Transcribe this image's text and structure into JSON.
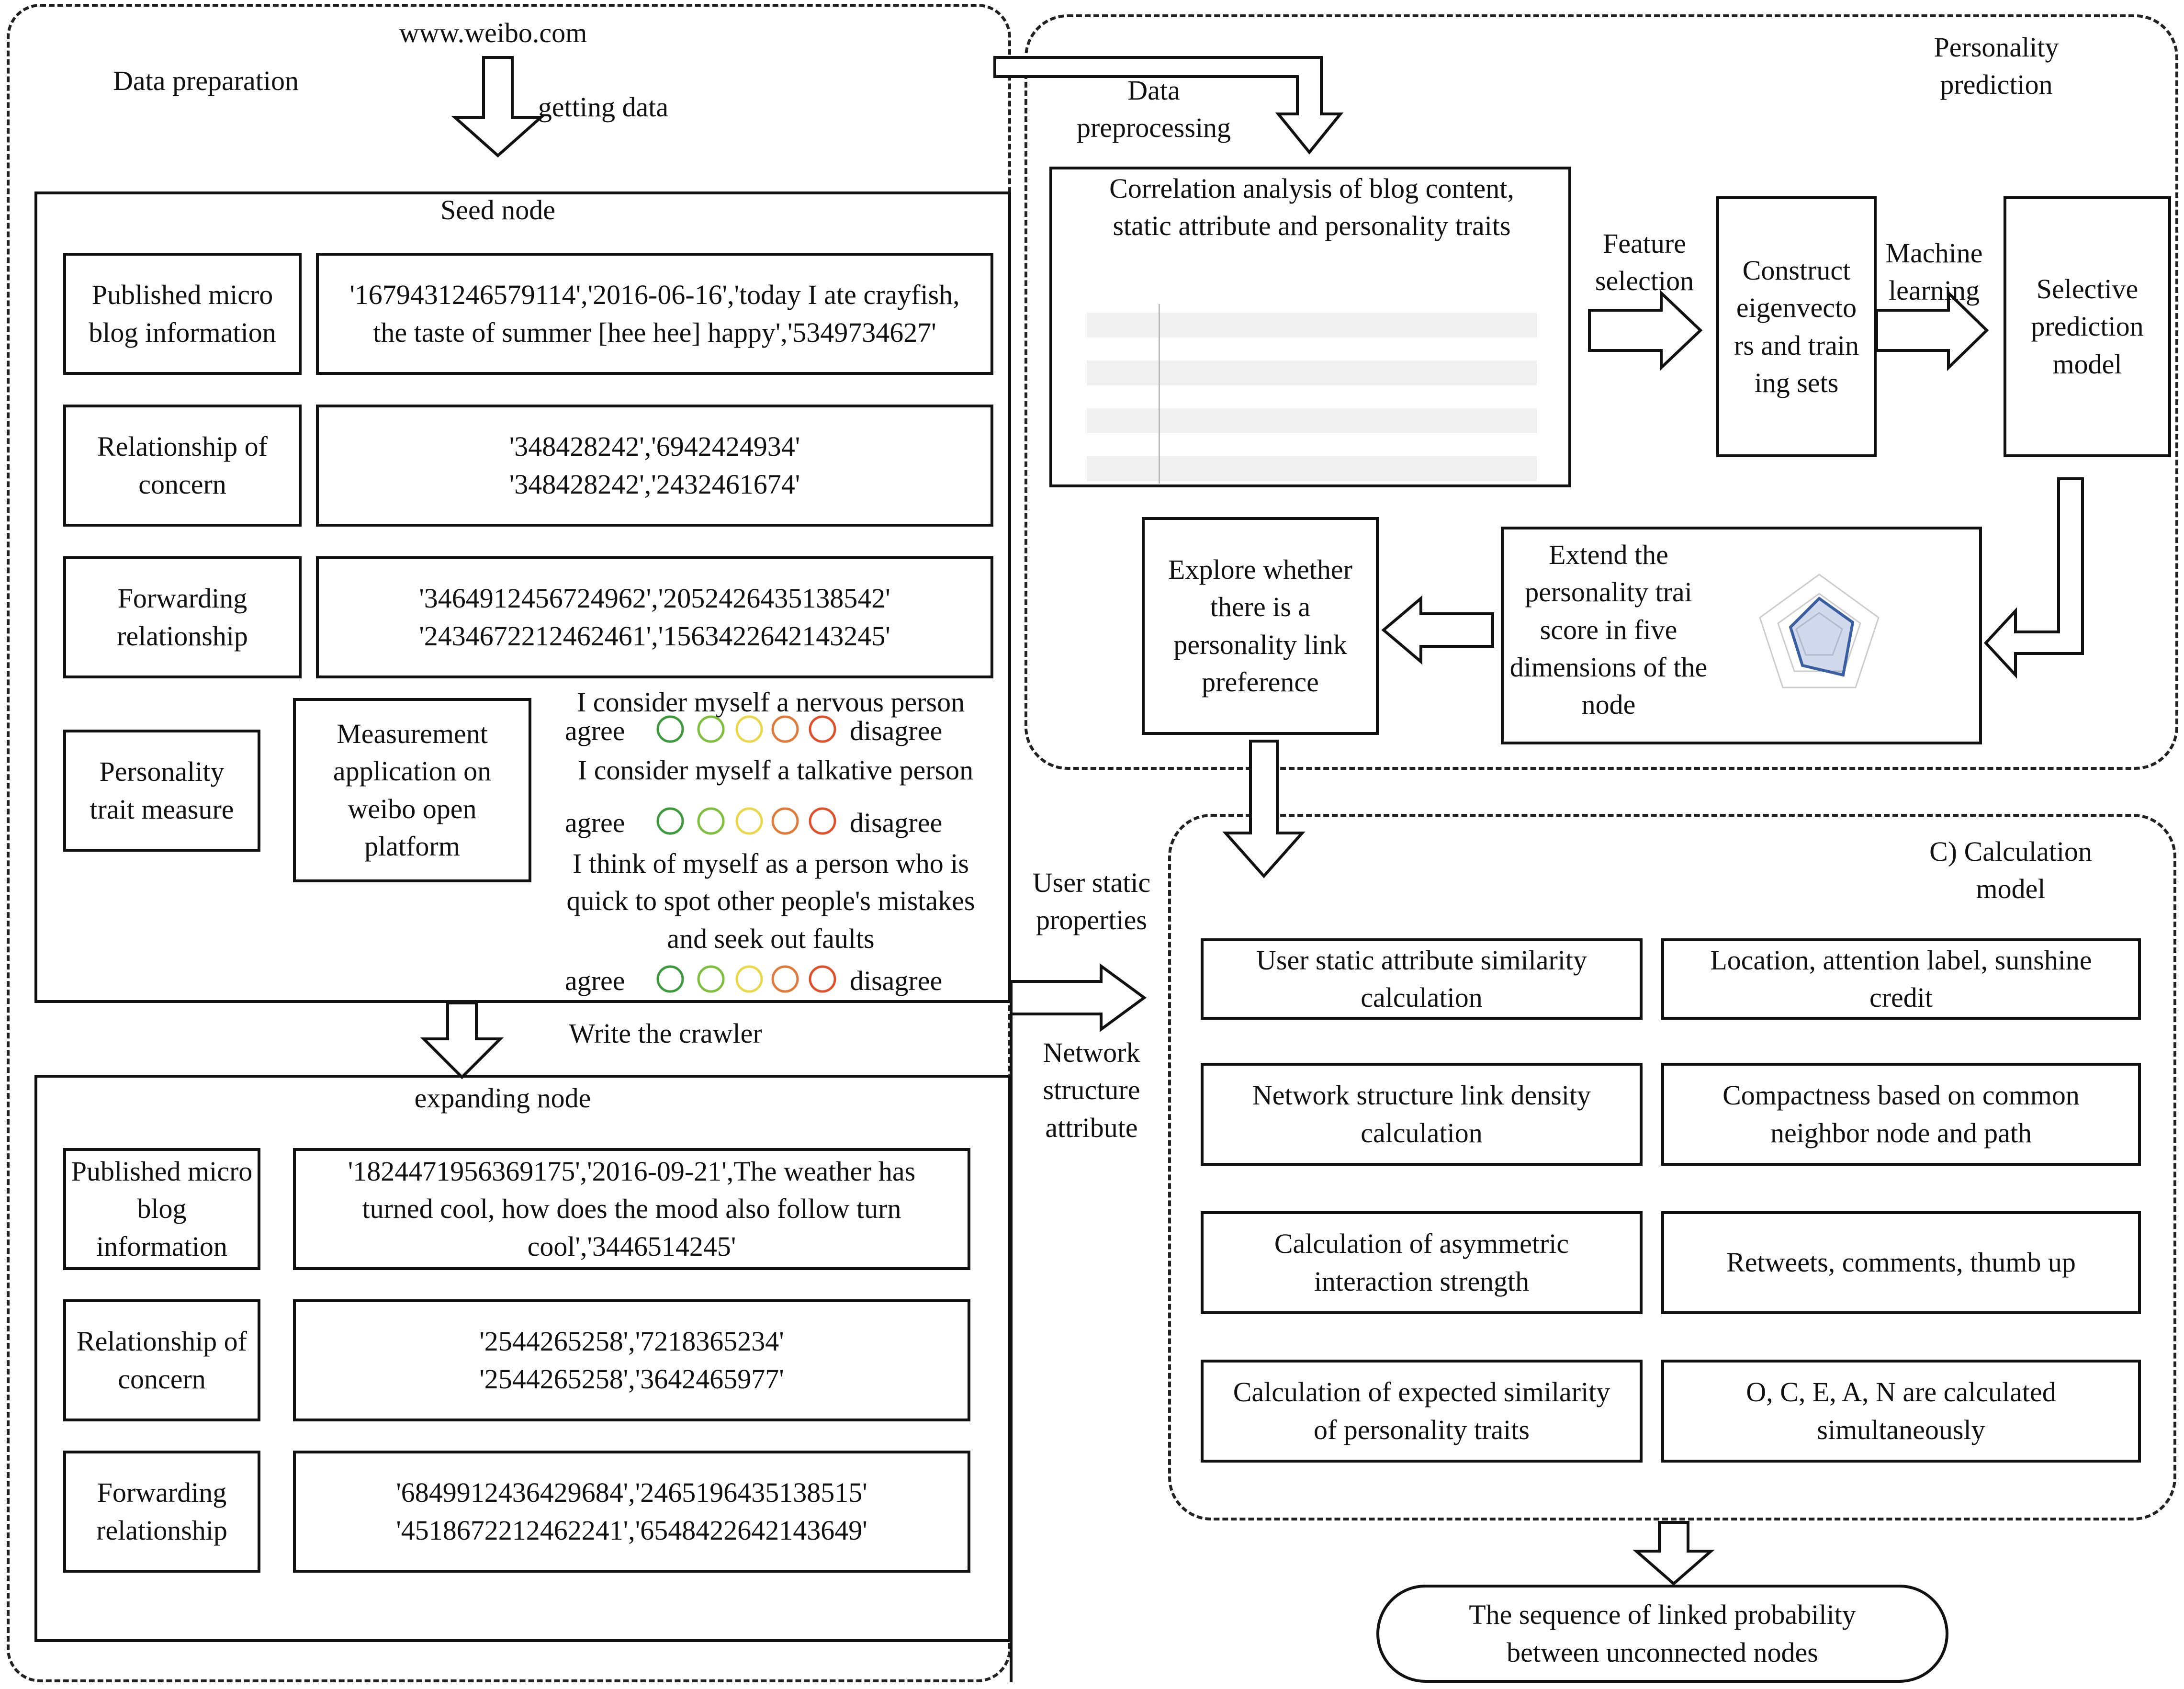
{
  "data_prep": {
    "site": "www.weibo.com",
    "title": "Data preparation",
    "getting_data": "getting data",
    "seed_node": "Seed node",
    "seed_rows": [
      {
        "label": "Published micro blog information",
        "value": "'1679431246579114','2016-06-16','today I ate crayfish, the taste of summer [hee hee] happy','5349734627'"
      },
      {
        "label": "Relationship of concern",
        "value": "'348428242','6942424934' '348428242','2432461674'"
      },
      {
        "label": "Forwarding relationship",
        "value": "'3464912456724962','2052426435138542' '2434672212462461','1563422642143245'"
      }
    ],
    "personality_label": "Personality trait measure",
    "measurement_label": "Measurement application on weibo open platform",
    "questions": [
      "I consider myself a nervous person",
      "I consider myself a talkative person",
      "I think of myself as a person who is quick to spot other people's mistakes and seek out faults"
    ],
    "agree": "agree",
    "disagree": "disagree",
    "write_crawler": "Write the crawler",
    "expanding_node": "expanding node",
    "expand_rows": [
      {
        "label": "Published micro blog information",
        "value": "'1824471956369175','2016-09-21',The weather has turned cool, how does the mood also follow turn cool','3446514245'"
      },
      {
        "label": "Relationship of concern",
        "value": "'2544265258','7218365234' '2544265258','3642465977'"
      },
      {
        "label": "Forwarding relationship",
        "value": "'6849912436429684','2465196435138515' '4518672212462241','6548422642143649'"
      }
    ]
  },
  "personality": {
    "title": "Personality prediction",
    "data_preprocessing": "Data preprocessing",
    "correlation": "Correlation analysis of blog content, static attribute and personality traits",
    "feature_selection": "Feature selection",
    "construct": "Construct eigenvectors and training sets",
    "machine_learning": "Machine learning",
    "selective_model": "Selective prediction model",
    "extend": "Extend the personality trai score in five dimensions of the node",
    "explore": "Explore whether there is a personality link preference"
  },
  "calc": {
    "title": "C) Calculation model",
    "user_static": "User static properties",
    "network_structure": "Network structure attribute",
    "rows": [
      {
        "left": "User static attribute similarity calculation",
        "right": "Location, attention label, sunshine credit"
      },
      {
        "left": "Network structure link density calculation",
        "right": "Compactness based on common neighbor node and path"
      },
      {
        "left": "Calculation of asymmetric interaction strength",
        "right": "Retweets, comments, thumb up"
      },
      {
        "left": "Calculation of expected similarity of personality traits",
        "right": "O, C, E, A, N are calculated simultaneously"
      }
    ],
    "output": "The sequence of linked probability between unconnected nodes"
  },
  "circle_colors": [
    "#3c9a3c",
    "#7fbf3f",
    "#e8d84a",
    "#e07a3a",
    "#e0502a"
  ]
}
